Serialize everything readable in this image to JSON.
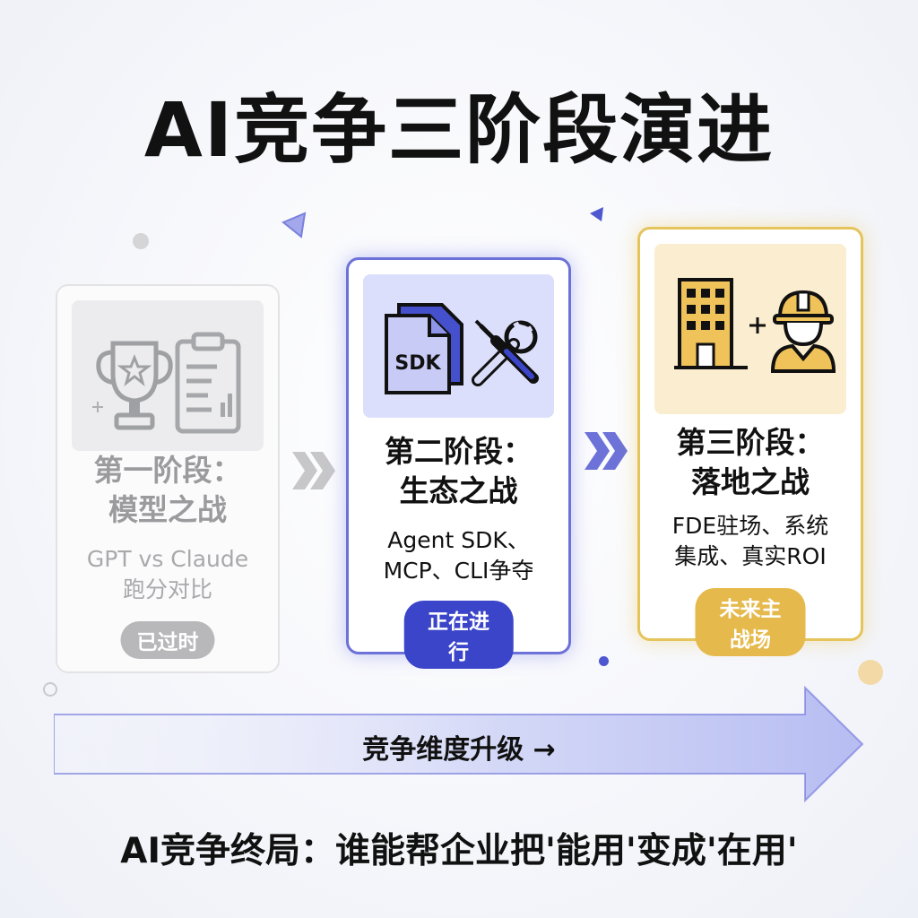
{
  "title": "AI竞争三阶段演进",
  "stages": [
    {
      "heading_line1": "第一阶段：",
      "heading_line2": "模型之战",
      "desc_line1": "GPT vs Claude",
      "desc_line2": "跑分对比",
      "badge": "已过时",
      "icons": [
        "trophy-icon",
        "clipboard-chart-icon"
      ]
    },
    {
      "heading_line1": "第二阶段：",
      "heading_line2": "生态之战",
      "desc_line1": "Agent SDK、",
      "desc_line2": "MCP、CLI争夺",
      "badge": "正在进行",
      "icon_label": "SDK",
      "icons": [
        "sdk-document-icon",
        "tools-icon"
      ]
    },
    {
      "heading_line1": "第三阶段：",
      "heading_line2": "落地之战",
      "desc_line1": "FDE驻场、系统",
      "desc_line2": "集成、真实ROI",
      "badge": "未来主战场",
      "icons": [
        "building-icon",
        "worker-icon"
      ]
    }
  ],
  "progress_arrow": "竞争维度升级 →",
  "conclusion": "AI竞争终局：谁能帮企业把'能用'变成'在用'",
  "colors": {
    "stage1_accent": "#b8b8bb",
    "stage2_accent": "#3b45c9",
    "stage3_accent": "#e5b94b"
  }
}
